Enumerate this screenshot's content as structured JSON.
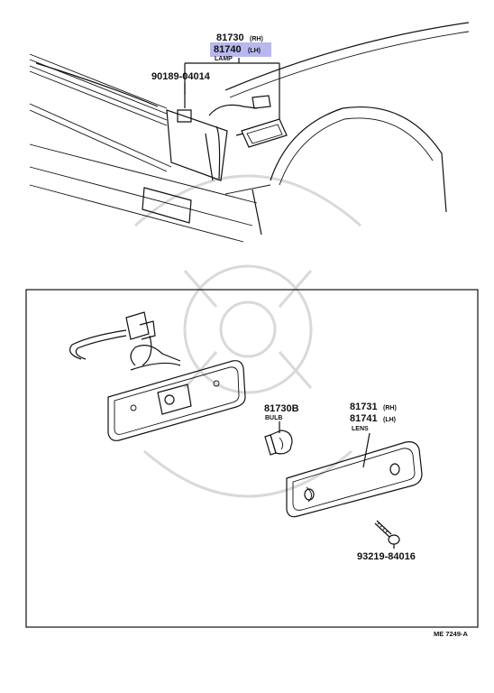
{
  "diagram_id": "ME 7249-A",
  "callouts": {
    "lamp_rh": {
      "part": "81730",
      "side": "(RH)"
    },
    "lamp_lh": {
      "part": "81740",
      "side": "(LH)"
    },
    "lamp_name": "LAMP",
    "clip": {
      "part": "90189-04014"
    },
    "bulb": {
      "part": "81730B",
      "name": "BULB"
    },
    "lens_rh": {
      "part": "81731",
      "side": "(RH)"
    },
    "lens_lh": {
      "part": "81741",
      "side": "(LH)"
    },
    "lens_name": "LENS",
    "screw": {
      "part": "93219-84016"
    }
  },
  "highlight_color": "#b8b8ee"
}
